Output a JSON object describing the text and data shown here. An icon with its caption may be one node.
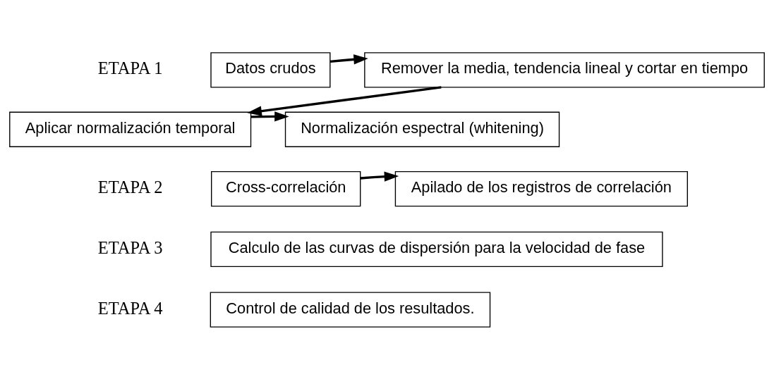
{
  "diagram": {
    "nodes": [
      {
        "text": [
          "Datos crudos"
        ]
      },
      {
        "text": [
          "Remover la media, tendencia lineal y cortar en tiempo"
        ]
      },
      {
        "text": [
          "Aplicar normalización temporal"
        ]
      },
      {
        "text": [
          "Normalización espectral (whitening)"
        ]
      },
      {
        "text": [
          "Cross-correlación"
        ]
      },
      {
        "text": [
          "Apilado de los registros de correlación"
        ]
      },
      {
        "text": [
          "Calculo de las curvas de dispersión para la velocidad de fase"
        ]
      },
      {
        "text": [
          "Control de calidad de los resultados."
        ]
      }
    ],
    "edges": [
      {
        "from": 0,
        "to": 1,
        "arrow": "to"
      },
      {
        "from": 1,
        "to": 2,
        "arrow": "to"
      },
      {
        "from": 2,
        "to": 3,
        "arrow": "to"
      },
      {
        "from": 4,
        "to": 5,
        "arrow": "to"
      }
    ],
    "labels": [
      "ETAPA 1",
      "ETAPA 2",
      "ETAPA 3",
      "ETAPA 4"
    ]
  }
}
